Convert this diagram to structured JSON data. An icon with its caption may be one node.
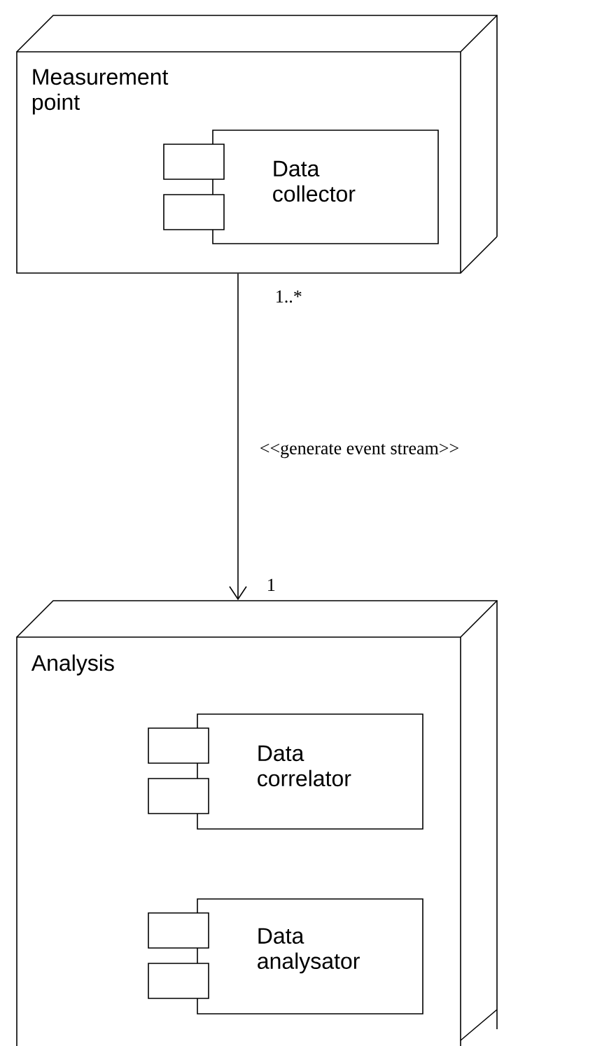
{
  "diagram": {
    "nodes": [
      {
        "text": [
          "Measurement point"
        ]
      },
      {
        "text": [
          "Data collector"
        ],
        "in": 0
      },
      {
        "text": [
          "Analysis"
        ]
      },
      {
        "text": [
          "Data correlator"
        ],
        "in": 2
      },
      {
        "text": [
          "Data analysator"
        ],
        "in": 2
      }
    ],
    "edges": [
      {
        "from": 0,
        "to": 2,
        "arrow": "to",
        "label": "<<generate event stream>>"
      }
    ],
    "labels": [
      "1..*",
      "1"
    ]
  }
}
